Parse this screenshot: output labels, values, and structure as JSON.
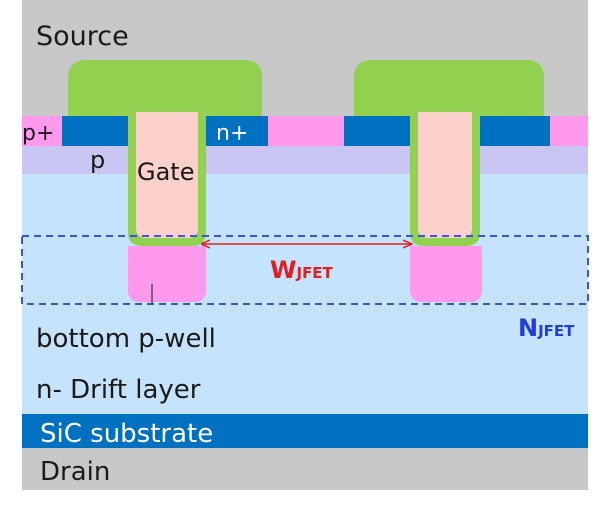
{
  "labels": {
    "source": "Source",
    "p_plus": "p+",
    "n_plus": "n+",
    "p": "p",
    "gate": "Gate",
    "w_jfet_main": "W",
    "w_jfet_sub": "JFET",
    "n_jfet_main": "N",
    "n_jfet_sub": "JFET",
    "bottom_p_well": "bottom p-well",
    "drift_layer": "n- Drift layer",
    "sic_substrate": "SiC substrate",
    "drain": "Drain"
  },
  "colors": {
    "source_metal": "#c8c8c8",
    "gate_contact": "#92d050",
    "p_plus": "#ff99ee",
    "n_plus": "#0070c0",
    "p_body": "#c9c6f3",
    "drift": "#c5e3fc",
    "gate_poly": "#fcd0cb",
    "bottom_p_well": "#ff99ee",
    "substrate": "#0070c0",
    "drain_metal": "#c8c8c8",
    "w_jfet": "#e02020",
    "n_jfet": "#1f3fd6",
    "jfet_box": "#3a55d8"
  }
}
